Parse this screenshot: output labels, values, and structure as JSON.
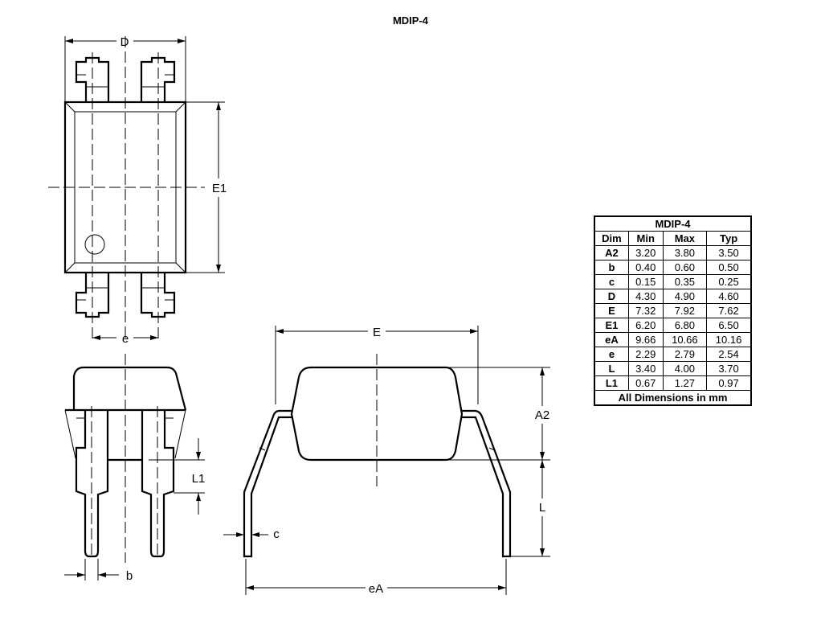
{
  "title": "MDIP-4",
  "labels": {
    "D": "D",
    "E1": "E1",
    "e": "e",
    "L1": "L1",
    "b": "b",
    "E": "E",
    "A2": "A2",
    "L": "L",
    "c": "c",
    "eA": "eA"
  },
  "table": {
    "title": "MDIP-4",
    "headers": [
      "Dim",
      "Min",
      "Max",
      "Typ"
    ],
    "rows": [
      [
        "A2",
        "3.20",
        "3.80",
        "3.50"
      ],
      [
        "b",
        "0.40",
        "0.60",
        "0.50"
      ],
      [
        "c",
        "0.15",
        "0.35",
        "0.25"
      ],
      [
        "D",
        "4.30",
        "4.90",
        "4.60"
      ],
      [
        "E",
        "7.32",
        "7.92",
        "7.62"
      ],
      [
        "E1",
        "6.20",
        "6.80",
        "6.50"
      ],
      [
        "eA",
        "9.66",
        "10.66",
        "10.16"
      ],
      [
        "e",
        "2.29",
        "2.79",
        "2.54"
      ],
      [
        "L",
        "3.40",
        "4.00",
        "3.70"
      ],
      [
        "L1",
        "0.67",
        "1.27",
        "0.97"
      ]
    ],
    "footer": "All Dimensions in mm"
  }
}
